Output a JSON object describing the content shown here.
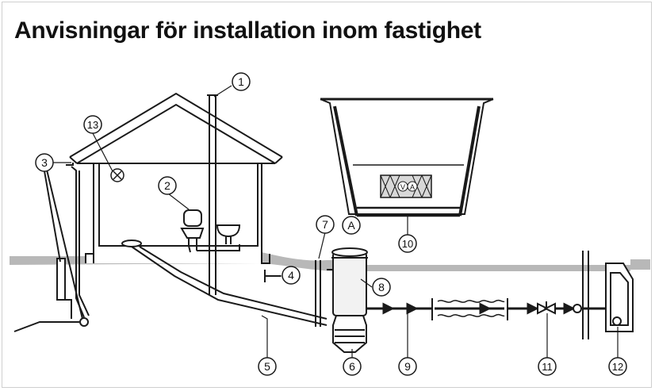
{
  "title": "Anvisningar för installation inom fastighet",
  "callouts": [
    "1",
    "2",
    "3",
    "4",
    "5",
    "6",
    "7",
    "8",
    "9",
    "10",
    "11",
    "12",
    "13"
  ],
  "tank_label": "A",
  "filter_marks": [
    "V",
    "A"
  ],
  "colors": {
    "line": "#1a1a1a",
    "ground": "#b8b8b8",
    "tank_fill": "#f2f2f2",
    "panel_fill": "#d8d8d8"
  }
}
